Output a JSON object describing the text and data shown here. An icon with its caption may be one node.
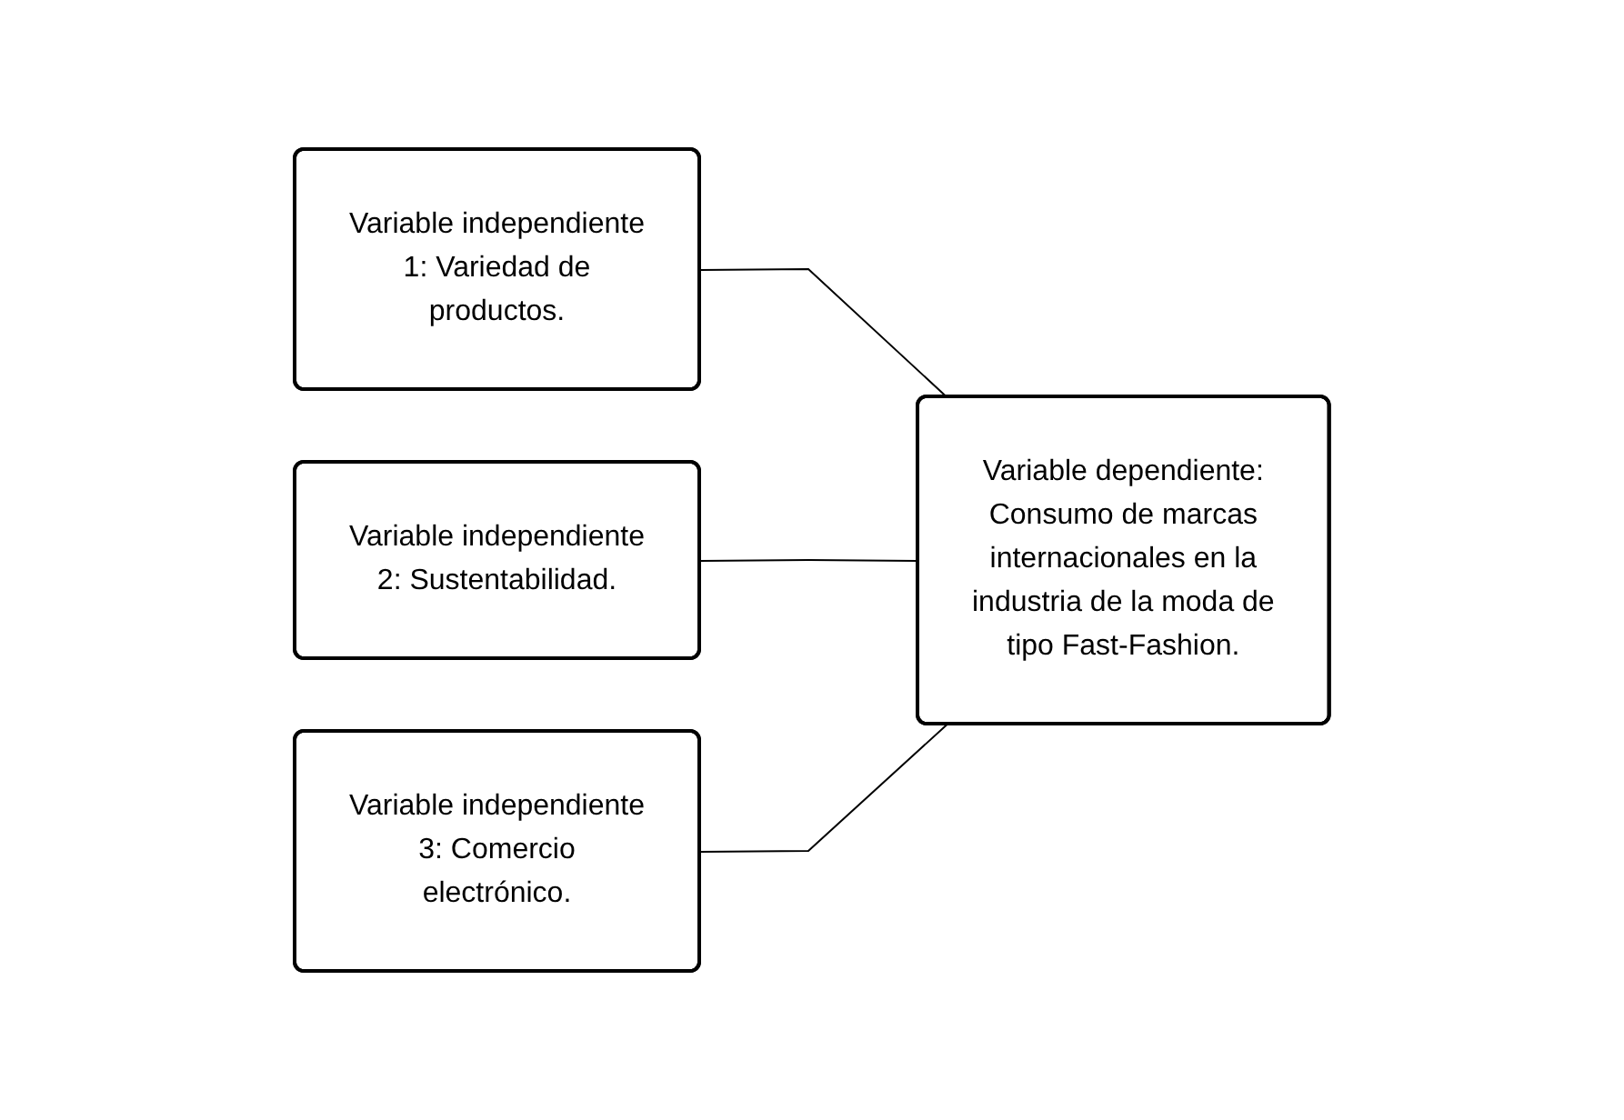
{
  "diagram": {
    "nodes": [
      {
        "text": [
          "Variable independiente 1: Variedad de productos."
        ]
      },
      {
        "text": [
          "Variable independiente 2: Sustentabilidad."
        ]
      },
      {
        "text": [
          "Variable independiente 3: Comercio electrónico."
        ]
      },
      {
        "text": [
          "Variable dependiente: Consumo de marcas internacionales en la industria de la moda de tipo Fast-Fashion."
        ]
      }
    ],
    "edges": [
      {
        "from": 0,
        "to": 3,
        "arrow": "none"
      },
      {
        "from": 1,
        "to": 3,
        "arrow": "none"
      },
      {
        "from": 2,
        "to": 3,
        "arrow": "none"
      }
    ]
  }
}
